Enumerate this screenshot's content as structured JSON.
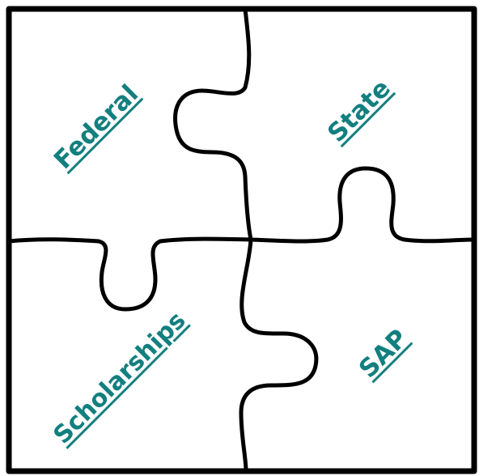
{
  "colors": {
    "label": "#137f7f",
    "outline": "#000000",
    "background": "#ffffff"
  },
  "pieces": {
    "federal": {
      "label": "Federal"
    },
    "state": {
      "label": "State"
    },
    "scholarships": {
      "label": "Scholarships"
    },
    "sap": {
      "label": "SAP"
    }
  }
}
